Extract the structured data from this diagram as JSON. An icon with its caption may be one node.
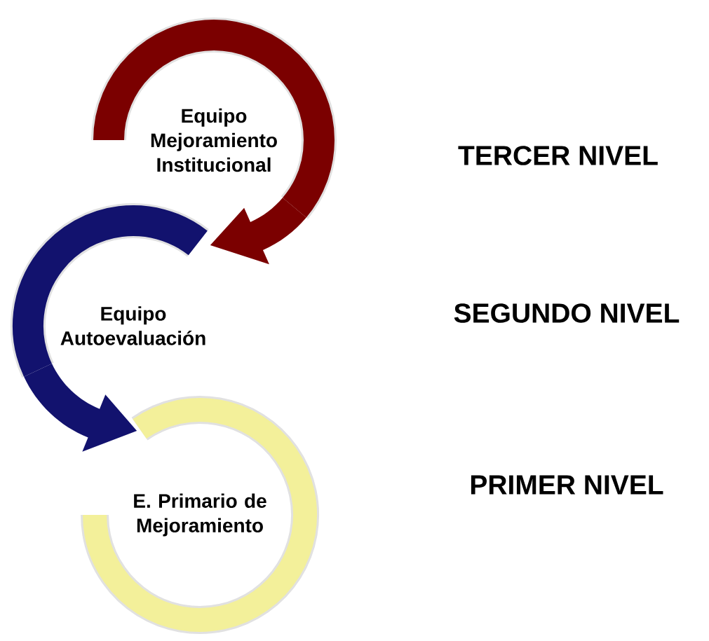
{
  "diagram": {
    "nodes": [
      {
        "text": [
          "Equipo Mejoramiento Institucional"
        ]
      },
      {
        "text": [
          "Equipo Autoevaluación"
        ]
      },
      {
        "text": [
          "E. Primario de Mejoramiento"
        ]
      }
    ],
    "edges": [
      {
        "from": 0,
        "to": 1,
        "arrow": "to",
        "color": "#7b0000"
      },
      {
        "from": 1,
        "to": 2,
        "arrow": "to",
        "color": "#12126e"
      }
    ],
    "labels": [
      "TERCER NIVEL",
      "SEGUNDO NIVEL",
      "PRIMER NIVEL"
    ]
  }
}
